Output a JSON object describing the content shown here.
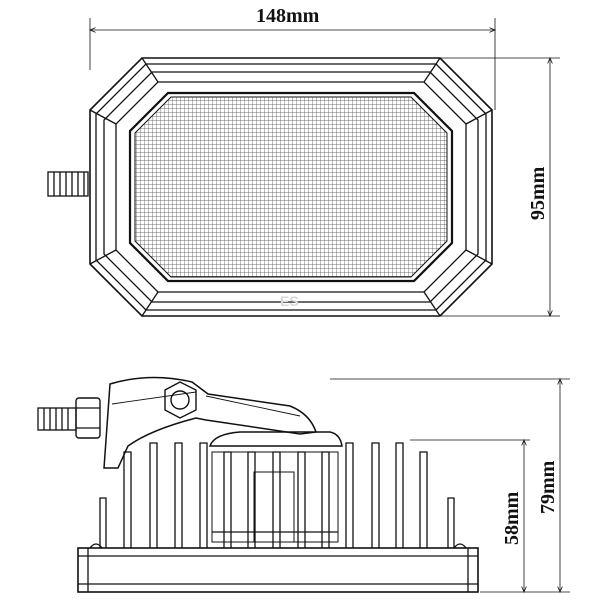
{
  "dimensions": {
    "width": "148mm",
    "height": "95mm",
    "fin_height": "58mm",
    "total_height": "79mm"
  },
  "watermark": "ES",
  "colors": {
    "line": "#111111",
    "grid": "#555555",
    "background": "#ffffff"
  }
}
